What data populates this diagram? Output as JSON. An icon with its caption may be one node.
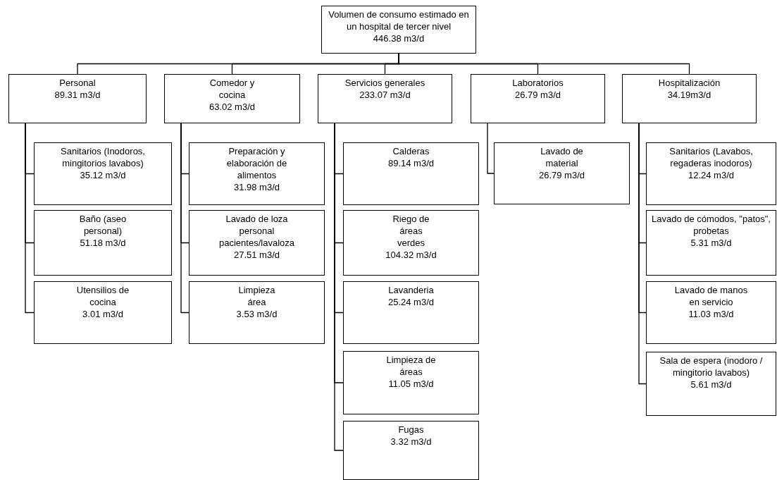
{
  "diagram": {
    "nodes": [
      {
        "text": [
          "Volumen de consumo estimado en un hospital de tercer nivel",
          "446.38 m3/d"
        ]
      },
      {
        "text": [
          "Personal",
          "89.31 m3/d"
        ]
      },
      {
        "text": [
          "Comedor y cocina",
          "63.02 m3/d"
        ]
      },
      {
        "text": [
          "Servicios generales",
          "233.07 m3/d"
        ]
      },
      {
        "text": [
          "Laboratorios",
          "26.79 m3/d"
        ]
      },
      {
        "text": [
          "Hospitalización",
          "34.19m3/d"
        ]
      },
      {
        "text": [
          "Sanitarios (Inodoros, mingitorios lavabos)",
          "35.12 m3/d"
        ]
      },
      {
        "text": [
          "Baño (aseo personal)",
          "51.18 m3/d"
        ]
      },
      {
        "text": [
          "Utensilios de cocina",
          "3.01 m3/d"
        ]
      },
      {
        "text": [
          "Preparación y elaboración de alimentos",
          "31.98 m3/d"
        ]
      },
      {
        "text": [
          "Lavado de loza personal pacientes/lavaloza",
          "27.51 m3/d"
        ]
      },
      {
        "text": [
          "Limpieza área",
          "3.53 m3/d"
        ]
      },
      {
        "text": [
          "Calderas",
          "89.14 m3/d"
        ]
      },
      {
        "text": [
          "Riego de áreas verdes",
          "104.32 m3/d"
        ]
      },
      {
        "text": [
          "Lavanderia",
          "25.24 m3/d"
        ]
      },
      {
        "text": [
          "Limpieza de áreas",
          "11.05 m3/d"
        ]
      },
      {
        "text": [
          "Fugas",
          "3.32 m3/d"
        ]
      },
      {
        "text": [
          "Lavado de material",
          "26.79 m3/d"
        ]
      },
      {
        "text": [
          "Sanitarios (Lavabos, regaderas inodoros)",
          "12.24 m3/d"
        ]
      },
      {
        "text": [
          "Lavado de cómodos, \"patos\", probetas",
          "5.31 m3/d"
        ]
      },
      {
        "text": [
          "Lavado de manos en servicio",
          "11.03 m3/d"
        ]
      },
      {
        "text": [
          "Sala de espera (inodoro / mingitorio lavabos)",
          "5.61 m3/d"
        ]
      }
    ],
    "edges": [
      {
        "from": 0,
        "to": 1,
        "arrow": "none"
      },
      {
        "from": 0,
        "to": 2,
        "arrow": "none"
      },
      {
        "from": 0,
        "to": 3,
        "arrow": "none"
      },
      {
        "from": 0,
        "to": 4,
        "arrow": "none"
      },
      {
        "from": 0,
        "to": 5,
        "arrow": "none"
      },
      {
        "from": 1,
        "to": 6,
        "arrow": "none"
      },
      {
        "from": 1,
        "to": 7,
        "arrow": "none"
      },
      {
        "from": 1,
        "to": 8,
        "arrow": "none"
      },
      {
        "from": 2,
        "to": 9,
        "arrow": "none"
      },
      {
        "from": 2,
        "to": 10,
        "arrow": "none"
      },
      {
        "from": 2,
        "to": 11,
        "arrow": "none"
      },
      {
        "from": 3,
        "to": 12,
        "arrow": "none"
      },
      {
        "from": 3,
        "to": 13,
        "arrow": "none"
      },
      {
        "from": 3,
        "to": 14,
        "arrow": "none"
      },
      {
        "from": 3,
        "to": 15,
        "arrow": "none"
      },
      {
        "from": 3,
        "to": 16,
        "arrow": "none"
      },
      {
        "from": 4,
        "to": 17,
        "arrow": "none"
      },
      {
        "from": 5,
        "to": 18,
        "arrow": "none"
      },
      {
        "from": 5,
        "to": 19,
        "arrow": "none"
      },
      {
        "from": 5,
        "to": 20,
        "arrow": "none"
      },
      {
        "from": 5,
        "to": 21,
        "arrow": "none"
      }
    ]
  }
}
